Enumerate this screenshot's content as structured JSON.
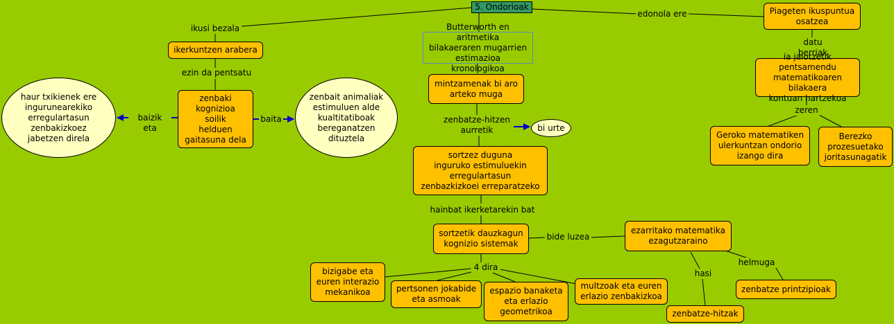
{
  "colors": {
    "background": "#99cc00",
    "concept_fill": "#ffc000",
    "bubble_fill": "#ffffc0",
    "root_fill": "#339966",
    "arrow": "#0000cc",
    "line": "#000000"
  },
  "nodes": {
    "root": "5. Ondorioak",
    "piaget": "Piageten ikuspuntua\nosatzea",
    "butterworth": "Butterworth en aritmetika\nbilakaeraren mugarrien\nestimazioa kronologikoa",
    "ikerkuntzen": "ikerkuntzen arabera",
    "jaiotzetik": "ia jaiotzetik pentsamendu\nmatematikoaren bilakaera\nkontuan hartzekoa",
    "mintzamenak": "mintzamenak bi aro\narteko muga",
    "zenbaki": "zenbaki\nkognizioa\nsoilik\nhelduen\ngaitasuna dela",
    "haur": "haur txikienek ere\ningurunearekiko\nerregulartasun\nzenbakizkoez\njabetzen direla",
    "animaliak": "zenbait animaliak\nestimuluen alde\nkualtitatiboak\nbereganatzen\ndituztela",
    "bi_urte": "bi urte",
    "geroko": "Geroko matematiken\nulerkuntzan ondorio\nizango dira",
    "berezko": "Berezko\nprozesuetako\njoritasunagatik",
    "sortzez": "sortzez duguna\ninguruko estimuluekin\nerregulartasun\nzenbazkizkoei  erreparatzeko",
    "sortzetik": "sortzetik dauzkagun\nkognizio sistemak",
    "ezarritako": "ezarritako matematika\nezagutzaraino",
    "bizigabe": "bizigabe eta\neuren interazio\nmekanikoa",
    "pertsonen": "pertsonen jokabide\neta asmoak",
    "espazio": "espazio banaketa\neta erlazio\ngeometrikoa",
    "multzoak": "multzoak eta euren\nerlazio zenbakizkoa",
    "zenbatze_printzipioak": "zenbatze printzipioak",
    "zenbatze_hitzak": "zenbatze-hitzak"
  },
  "links": {
    "ikusi_bezala": "ikusi bezala",
    "edonola_ere": "edonola ere",
    "datu_berriak": "datu berriak",
    "ezin_da_pentsatu": "ezin da pentsatu",
    "baizik_eta": "baizik eta",
    "baita": "baita",
    "zenbatze_hitzen_aurretik": "zenbatze-hitzen\naurretik",
    "zeren": "zeren",
    "hainbat": "hainbat ikerketarekin bat",
    "bide_luzea": "bide luzea",
    "lau_dira": "4 dira",
    "helmuga": "helmuga",
    "hasi": "hasi"
  }
}
